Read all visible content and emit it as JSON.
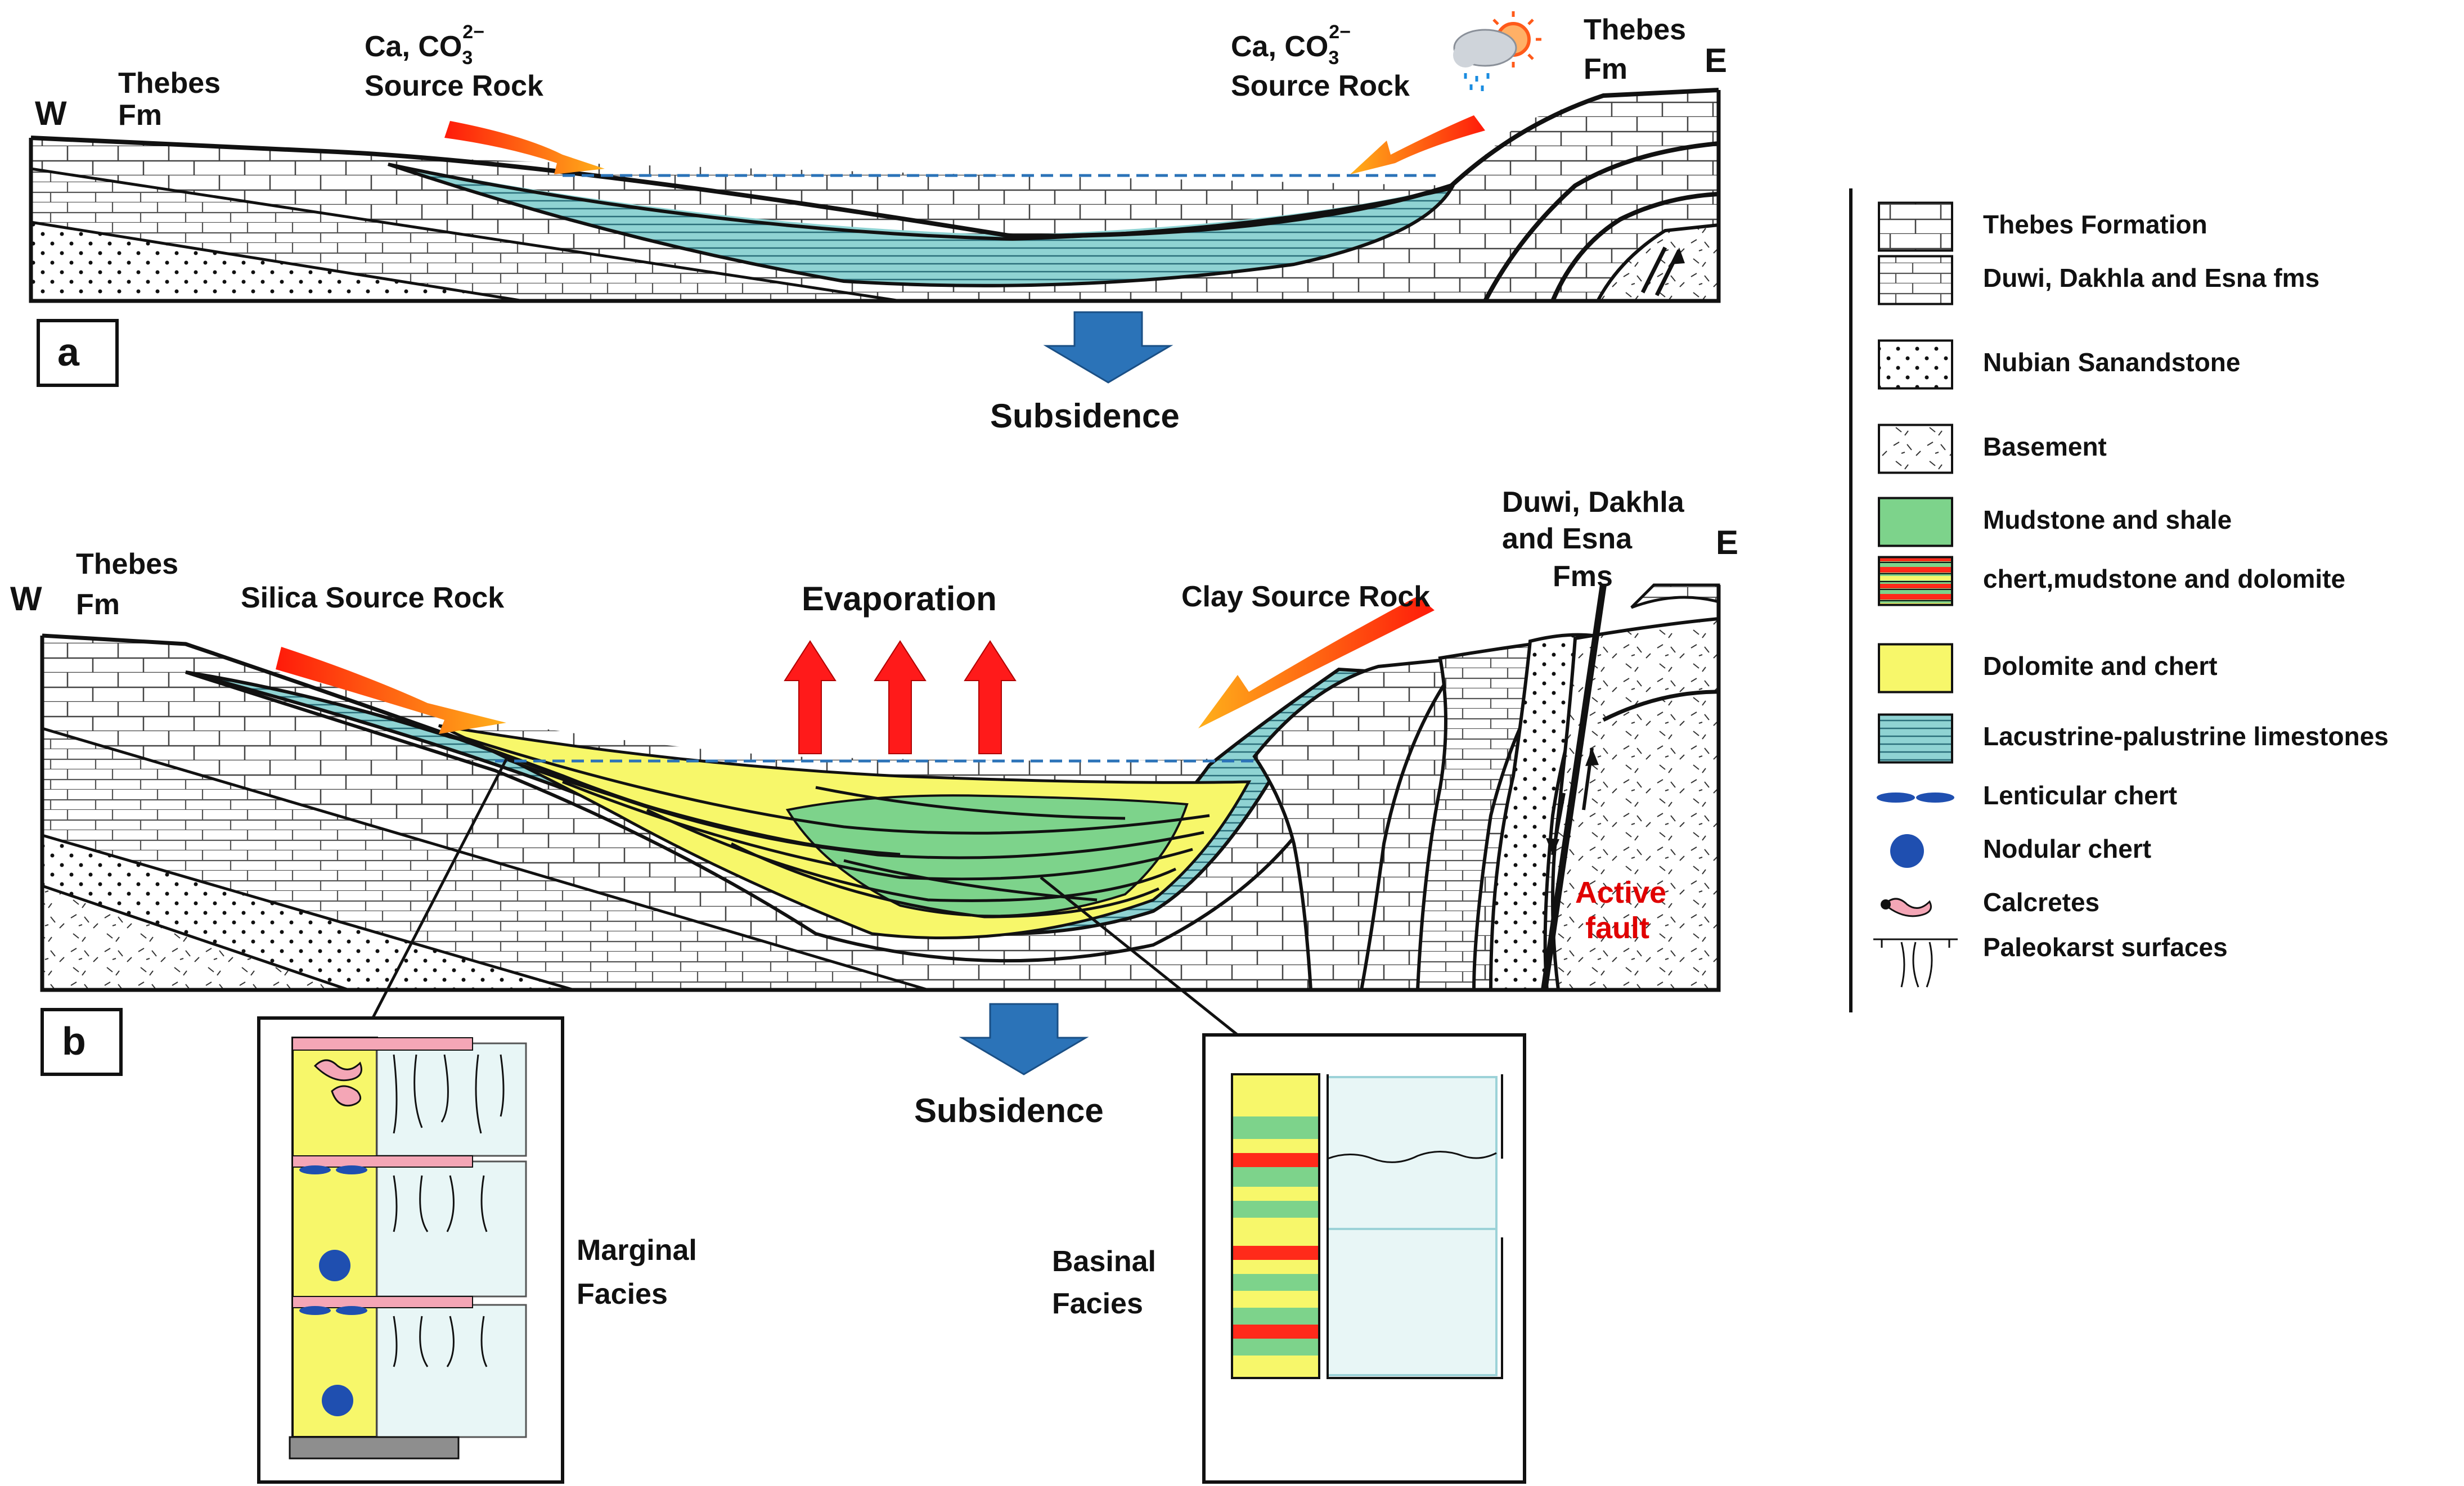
{
  "panel_a": {
    "letter": "a",
    "west": "W",
    "east": "E",
    "thebes_west": [
      "Thebes",
      "Fm"
    ],
    "thebes_east": [
      "Thebes",
      "Fm"
    ],
    "source_left": [
      "Ca, CO",
      "3",
      "2−",
      "Source Rock"
    ],
    "source_right": [
      "Ca, CO",
      "3",
      "2−",
      "Source Rock"
    ],
    "subsidence": "Subsidence"
  },
  "panel_b": {
    "letter": "b",
    "west": "W",
    "east": "E",
    "thebes_west": [
      "Thebes",
      "Fm"
    ],
    "silica": "Silica Source Rock",
    "evaporation": "Evaporation",
    "clay": "Clay Source Rock",
    "duwi": [
      "Duwi, Dakhla",
      "and Esna",
      "Fms"
    ],
    "fault": [
      "Active",
      "fault"
    ],
    "subsidence": "Subsidence",
    "marginal": [
      "Marginal",
      "Facies"
    ],
    "basinal": [
      "Basinal",
      "Facies"
    ]
  },
  "legend": [
    {
      "key": "thebes",
      "label": "Thebes Formation"
    },
    {
      "key": "duwi",
      "label": "Duwi, Dakhla and Esna fms"
    },
    {
      "key": "nubian",
      "label": "Nubian Sanandstone"
    },
    {
      "key": "basement",
      "label": "Basement"
    },
    {
      "key": "mudstone",
      "label": "Mudstone and shale"
    },
    {
      "key": "chertmix",
      "label": "chert,mudstone and dolomite"
    },
    {
      "key": "dolomite",
      "label": "Dolomite and chert"
    },
    {
      "key": "lacustrine",
      "label": "Lacustrine-palustrine limestones"
    },
    {
      "key": "lenticular",
      "label": "Lenticular chert"
    },
    {
      "key": "nodular",
      "label": "Nodular chert"
    },
    {
      "key": "calcretes",
      "label": "Calcretes"
    },
    {
      "key": "paleokarst",
      "label": "Paleokarst surfaces"
    }
  ],
  "colors": {
    "mudstone": "#7dd38b",
    "dolomite": "#f7f76a",
    "lacustrine": "#8fd3d3",
    "chert_red": "#ff2a1a",
    "arrow_blue": "#2b73b8",
    "evap_red": "#ff1a1a",
    "calcrete": "#f4a6b6",
    "nodule": "#1f4fb0"
  }
}
